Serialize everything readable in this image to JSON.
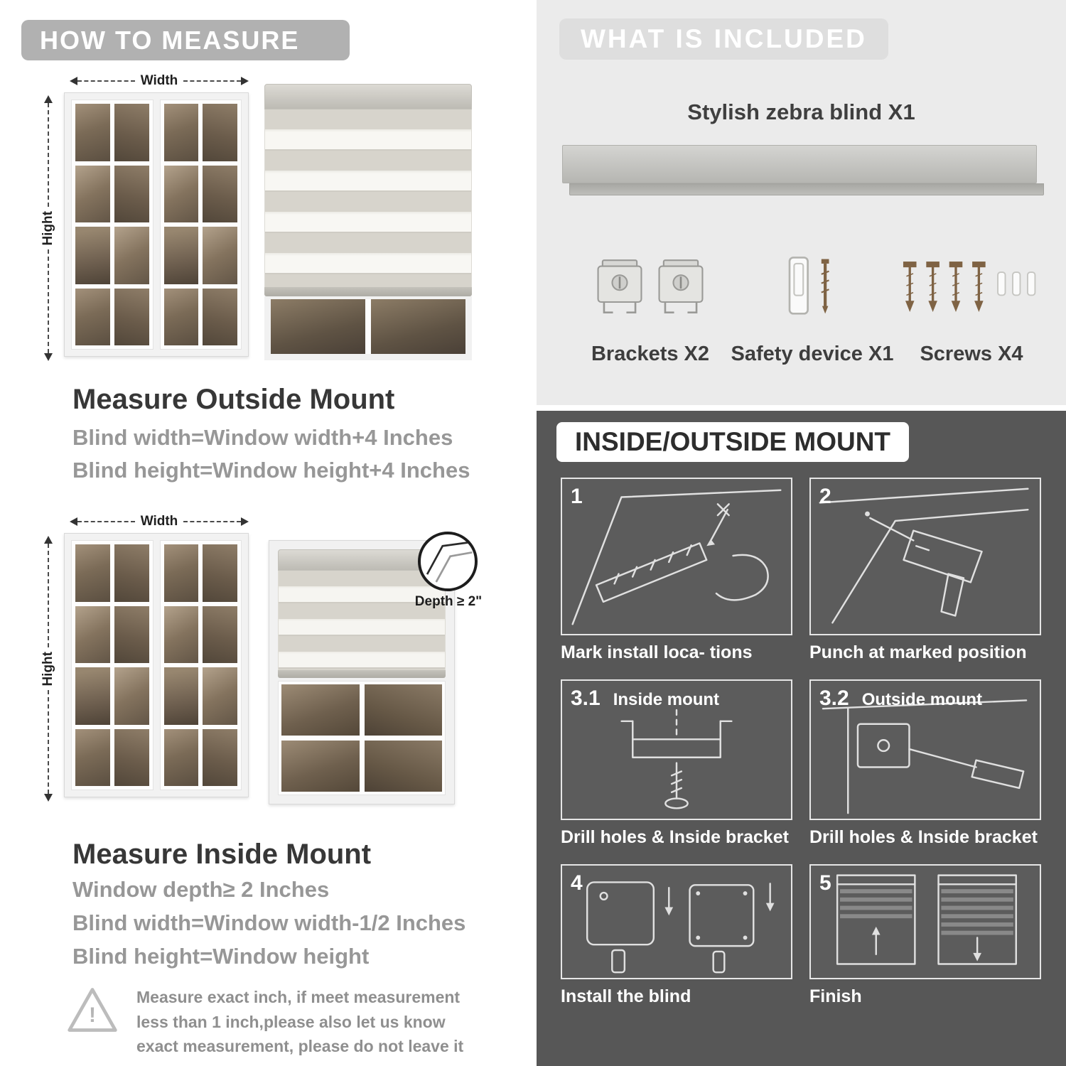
{
  "left": {
    "header": "HOW TO MEASURE",
    "outside": {
      "width_label": "Width",
      "height_label": "Hight",
      "title": "Measure Outside Mount",
      "lines": [
        "Blind width=Window width+4 Inches",
        "Blind height=Window height+4 Inches"
      ]
    },
    "inside": {
      "width_label": "Width",
      "height_label": "Hight",
      "depth_callout": "Depth ≥ 2\"",
      "title": "Measure Inside Mount",
      "lines": [
        "Window depth≥ 2 Inches",
        "Blind width=Window width-1/2 Inches",
        "Blind height=Window height"
      ]
    },
    "note": {
      "mark": "!",
      "text": "Measure exact inch, if meet measurement less than 1 inch,please also let us know exact measurement, please do not leave it"
    }
  },
  "included": {
    "header": "WHAT IS INCLUDED",
    "product": "Stylish zebra blind X1",
    "items": [
      {
        "label": "Brackets X2",
        "icon": "bracket-icon"
      },
      {
        "label": "Safety device X1",
        "icon": "safety-device-icon"
      },
      {
        "label": "Screws X4",
        "icon": "screws-icon"
      }
    ]
  },
  "mount": {
    "header": "INSIDE/OUTSIDE MOUNT",
    "steps": [
      {
        "num": "1",
        "caption": "Mark install loca- tions"
      },
      {
        "num": "2",
        "caption": "Punch at marked position"
      },
      {
        "num": "3.1",
        "label": "Inside mount",
        "caption": "Drill holes & Inside bracket"
      },
      {
        "num": "3.2",
        "label": "Outside mount",
        "caption": "Drill holes & Inside bracket"
      },
      {
        "num": "4",
        "caption": "Install the blind"
      },
      {
        "num": "5",
        "caption": "Finish"
      }
    ]
  },
  "colors": {
    "pill_gray": "#b1b1b1",
    "light_panel": "#ebebeb",
    "dark_panel": "#575757",
    "text_dark": "#3a3a3a",
    "text_gray": "#979797",
    "zebra_gray": "#d7d4cc",
    "zebra_white": "#f8f7f3"
  }
}
